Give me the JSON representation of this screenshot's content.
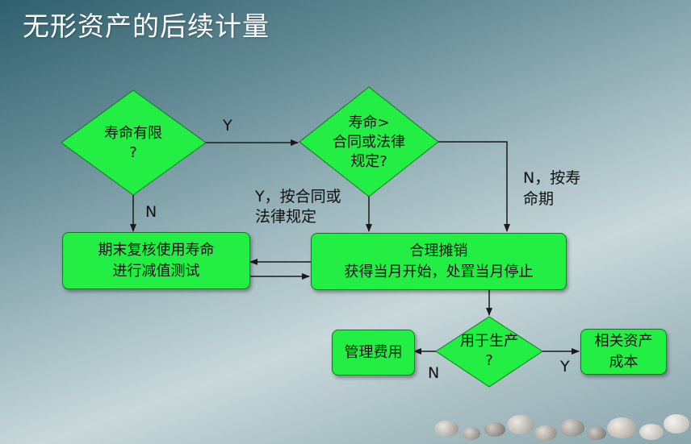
{
  "title": "无形资产的后续计量",
  "nodes": {
    "life_limited": {
      "line1": "寿命有限",
      "line2": "?"
    },
    "life_vs_contract": {
      "line1": "寿命>",
      "line2": "合同或法律",
      "line3": "规定?"
    },
    "year_end_review": {
      "line1": "期末复核使用寿命",
      "line2": "进行减值测试"
    },
    "amortize": {
      "line1": "合理摊销",
      "line2": "获得当月开始，处置当月停止"
    },
    "used_in_production": {
      "line1": "用于生产",
      "line2": "?"
    },
    "admin_expense": {
      "line1": "管理费用"
    },
    "asset_cost": {
      "line1": "相关资产",
      "line2": "成本"
    }
  },
  "edge_labels": {
    "y_top": "Y",
    "n_left": "N",
    "y_contract_line1": "Y，按合同或",
    "y_contract_line2": "法律规定",
    "n_life_line1": "N，按寿",
    "n_life_line2": "命期",
    "n_bottom": "N",
    "y_bottom": "Y"
  },
  "colors": {
    "node_fill": "#22ee44",
    "node_border": "#117722",
    "arrow": "#1a1a1a",
    "title": "#ffffff"
  }
}
